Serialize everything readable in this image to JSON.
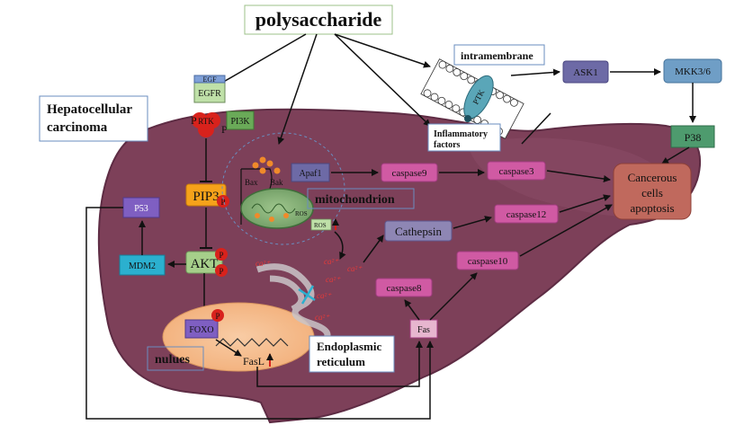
{
  "title": "polysaccharide",
  "boxes": {
    "hepatocellular_line1": "Hepatocellular",
    "hepatocellular_line2": "carcinoma",
    "intramembrane": "intramembrane",
    "inflammatory_line1": "Inflammatory",
    "inflammatory_line2": "factors",
    "mitochondrion": "mitochondrion",
    "nucleus": "nulues",
    "er_line1": "Endoplasmic",
    "er_line2": "reticulum",
    "outcome_line1": "Cancerous",
    "outcome_line2": "cells",
    "outcome_line3": "apoptosis"
  },
  "nodes": {
    "egf": "EGF",
    "egfr": "EGFR",
    "rtk": "RTK",
    "pi3k": "PI3K",
    "pip3": "PIP3",
    "akt": "AKT",
    "foxo": "FOXO",
    "fasl": "FasL",
    "p53": "P53",
    "mdm2": "MDM2",
    "apaf1": "Apaf1",
    "caspase9": "caspase9",
    "caspase3": "caspase3",
    "cathepsin": "Cathepsin",
    "caspase12": "caspase12",
    "caspase10": "caspase10",
    "caspase8": "caspase8",
    "fas": "Fas",
    "ask1": "ASK1",
    "mkk": "MKK3/6",
    "p38": "P38",
    "ptk": "PTK",
    "bax": "Bax",
    "bak": "Bak",
    "ros": "ROS",
    "ros2": "ROS",
    "phospho": "P"
  },
  "calcium": {
    "ca1": "ca²⁺",
    "ca2": "ca²⁺",
    "ca3": "ca²⁺",
    "ca4": "ca²⁺",
    "ca5": "ca²⁺",
    "ca6": "ca²⁺"
  },
  "colors": {
    "liver": "#7d4059",
    "liver_dark": "#5e2c44",
    "caspase": "#d05aa3",
    "akt_green": "#a6cf8a",
    "pip3_orange": "#f6a21a",
    "p53_purple": "#7f5fc2",
    "mdm2_cyan": "#2bb0cf",
    "apaf_slate": "#6d6aa6",
    "cathepsin_lav": "#8e86b4",
    "ask1": "#6d6aa6",
    "mkk": "#6f9ec6",
    "p38": "#4e9b6e",
    "outcome": "#c0695d",
    "phospho_red": "#d8221c",
    "nucleus": "#f4b788"
  }
}
